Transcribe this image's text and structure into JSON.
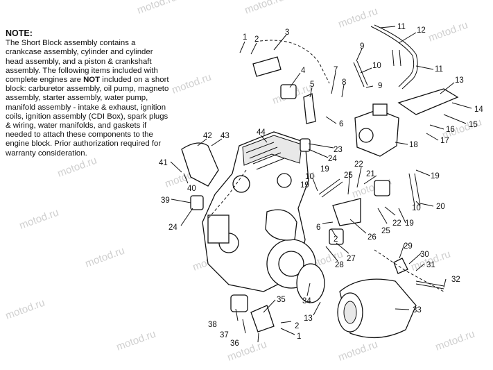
{
  "note": {
    "title": "NOTE:",
    "body_before": "The Short Block assembly contains a crankcase assembly, cylinder and cylinder head assembly, and a piston & crankshaft assembly.  The following items included with complete engines are ",
    "body_not": "NOT",
    "body_after": " included on a short block:  carburetor assembly, oil pump, magneto assembly, starter assembly, water pump, manifold assembly - intake & exhaust, ignition coils, ignition assembly (CDI Box), spark plugs & wiring, water manifolds, and gaskets if needed to attach these components to the engine block. Prior authorization required for warranty consideration."
  },
  "watermark": "motod.ru",
  "callouts": [
    {
      "text": "1"
    },
    {
      "text": "2"
    },
    {
      "text": "3"
    },
    {
      "text": "4"
    },
    {
      "text": "5"
    },
    {
      "text": "6"
    },
    {
      "text": "7"
    },
    {
      "text": "8"
    },
    {
      "text": "9"
    },
    {
      "text": "9"
    },
    {
      "text": "10"
    },
    {
      "text": "11"
    },
    {
      "text": "11"
    },
    {
      "text": "12"
    },
    {
      "text": "13"
    },
    {
      "text": "14"
    },
    {
      "text": "15"
    },
    {
      "text": "16"
    },
    {
      "text": "17"
    },
    {
      "text": "18"
    },
    {
      "text": "19"
    },
    {
      "text": "19"
    },
    {
      "text": "19"
    },
    {
      "text": "19"
    },
    {
      "text": "20"
    },
    {
      "text": "21"
    },
    {
      "text": "22"
    },
    {
      "text": "22"
    },
    {
      "text": "23"
    },
    {
      "text": "24"
    },
    {
      "text": "24"
    },
    {
      "text": "25"
    },
    {
      "text": "25"
    },
    {
      "text": "26"
    },
    {
      "text": "27"
    },
    {
      "text": "28"
    },
    {
      "text": "29"
    },
    {
      "text": "30"
    },
    {
      "text": "31"
    },
    {
      "text": "32"
    },
    {
      "text": "33"
    },
    {
      "text": "34"
    },
    {
      "text": "35"
    },
    {
      "text": "36"
    },
    {
      "text": "37"
    },
    {
      "text": "38"
    },
    {
      "text": "39"
    },
    {
      "text": "40"
    },
    {
      "text": "41"
    },
    {
      "text": "42"
    },
    {
      "text": "43"
    },
    {
      "text": "44"
    },
    {
      "text": "10"
    },
    {
      "text": "10"
    },
    {
      "text": "6"
    },
    {
      "text": "2"
    },
    {
      "text": "13"
    },
    {
      "text": "2"
    },
    {
      "text": "1"
    }
  ]
}
